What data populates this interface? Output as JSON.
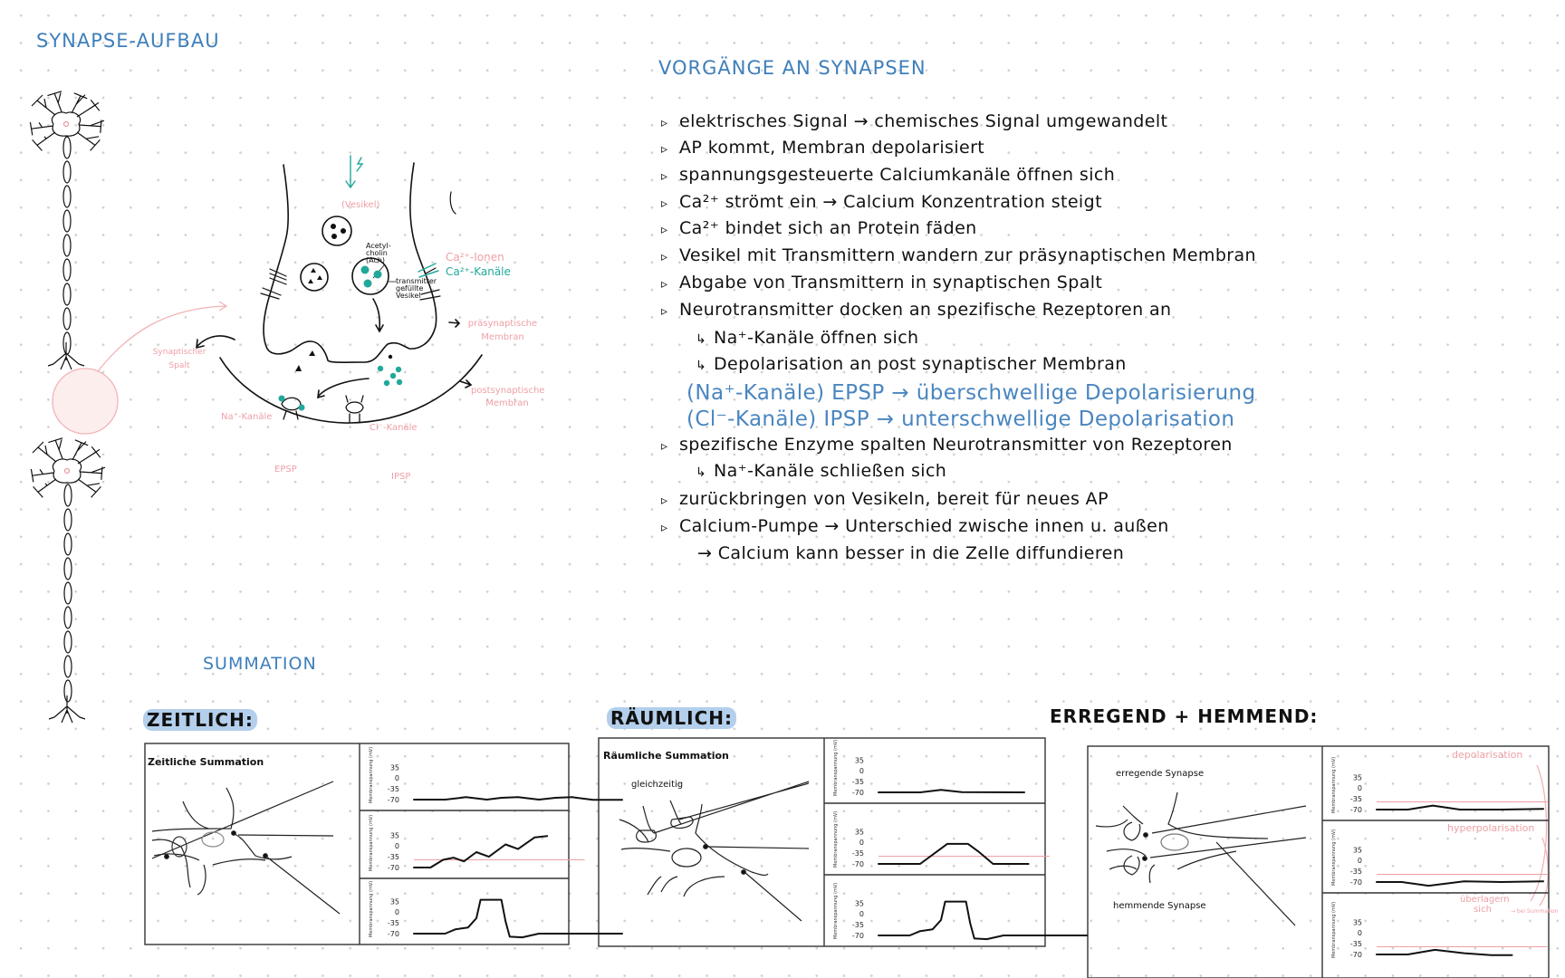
{
  "synapse_section": {
    "title": "SYNAPSE-AUFBAU",
    "labels": {
      "vesikel": "(Vesikel)",
      "acetylcholin": "Acetyl-cholin (Ach)",
      "transmitter_vesikel": "transmitter gefüllte Vesikel",
      "ca_ionen": "Ca²⁺-Ionen",
      "ca_kanaele": "Ca²⁺-Kanäle",
      "praesynaptisch": "präsynaptische Membran",
      "postsynaptisch": "postsynaptische Membran",
      "spalt": "Synaptischer Spalt",
      "na_kanaele": "Na⁺-Kanäle",
      "cl_kanaele": "Cl⁻-Kanäle",
      "epsp": "EPSP",
      "ipsp": "IPSP"
    },
    "colors": {
      "label_pink": "#ef9fa5",
      "teal": "#22a89a",
      "title_blue": "#3f7fba"
    }
  },
  "process_section": {
    "title": "VORGÄNGE AN SYNAPSEN",
    "items": [
      {
        "type": "bullet",
        "text": "elektrisches Signal → chemisches Signal umgewandelt"
      },
      {
        "type": "bullet",
        "text": "AP kommt, Membran depolarisiert"
      },
      {
        "type": "bullet",
        "text": "spannungsgesteuerte Calciumkanäle öffnen sich"
      },
      {
        "type": "bullet",
        "text": "Ca²⁺ strömt ein → Calcium Konzentration steigt"
      },
      {
        "type": "bullet",
        "text": "Ca²⁺ bindet sich an Protein fäden"
      },
      {
        "type": "bullet",
        "text": "Vesikel mit Transmittern wandern zur präsynaptischen Membran"
      },
      {
        "type": "bullet",
        "text": "Abgabe von Transmittern in synaptischen Spalt"
      },
      {
        "type": "bullet",
        "text": "Neurotransmitter docken an spezifische Rezeptoren an"
      },
      {
        "type": "sub",
        "text": "Na⁺-Kanäle öffnen sich"
      },
      {
        "type": "sub",
        "text": "Depolarisation an post synaptischer Membran"
      },
      {
        "type": "blue",
        "text": "(Na⁺-Kanäle) EPSP → überschwellige Depolarisierung"
      },
      {
        "type": "blue",
        "text": "(Cl⁻-Kanäle) IPSP → unterschwellige Depolarisation"
      },
      {
        "type": "bullet",
        "text": "spezifische Enzyme spalten Neurotransmitter von Rezeptoren"
      },
      {
        "type": "sub",
        "text": "Na⁺-Kanäle schließen sich"
      },
      {
        "type": "bullet",
        "text": "zurückbringen von Vesikeln, bereit für neues AP"
      },
      {
        "type": "bullet",
        "text": "Calcium-Pumpe → Unterschied zwische innen u. außen"
      },
      {
        "type": "arrow",
        "text": "→ Calcium kann besser in die Zelle diffundieren"
      }
    ],
    "bullet_glyph": "▹",
    "sub_glyph": "↳"
  },
  "summation_section": {
    "title": "SUMMATION",
    "axis_label": "Membranspannung (mV)",
    "tick_labels": [
      "35",
      "0",
      "-35",
      "-70"
    ],
    "threshold_color": "#ef9fa5",
    "zeitlich": {
      "heading": "ZEITLICH:",
      "figure_title": "Zeitliche Summation"
    },
    "raeumlich": {
      "heading": "RÄUMLICH:",
      "figure_title": "Räumliche Summation",
      "note": "gleichzeitig"
    },
    "erregend": {
      "heading": "ERREGEND + HEMMEND:",
      "label_excitatory": "erregende Synapse",
      "label_inhibitory": "hemmende Synapse",
      "note_depol": "depolarisation",
      "note_hyper": "hyperpolarisation",
      "note_overlap": "überlagern sich",
      "note_overlap_small": "→ bei Summation"
    }
  }
}
